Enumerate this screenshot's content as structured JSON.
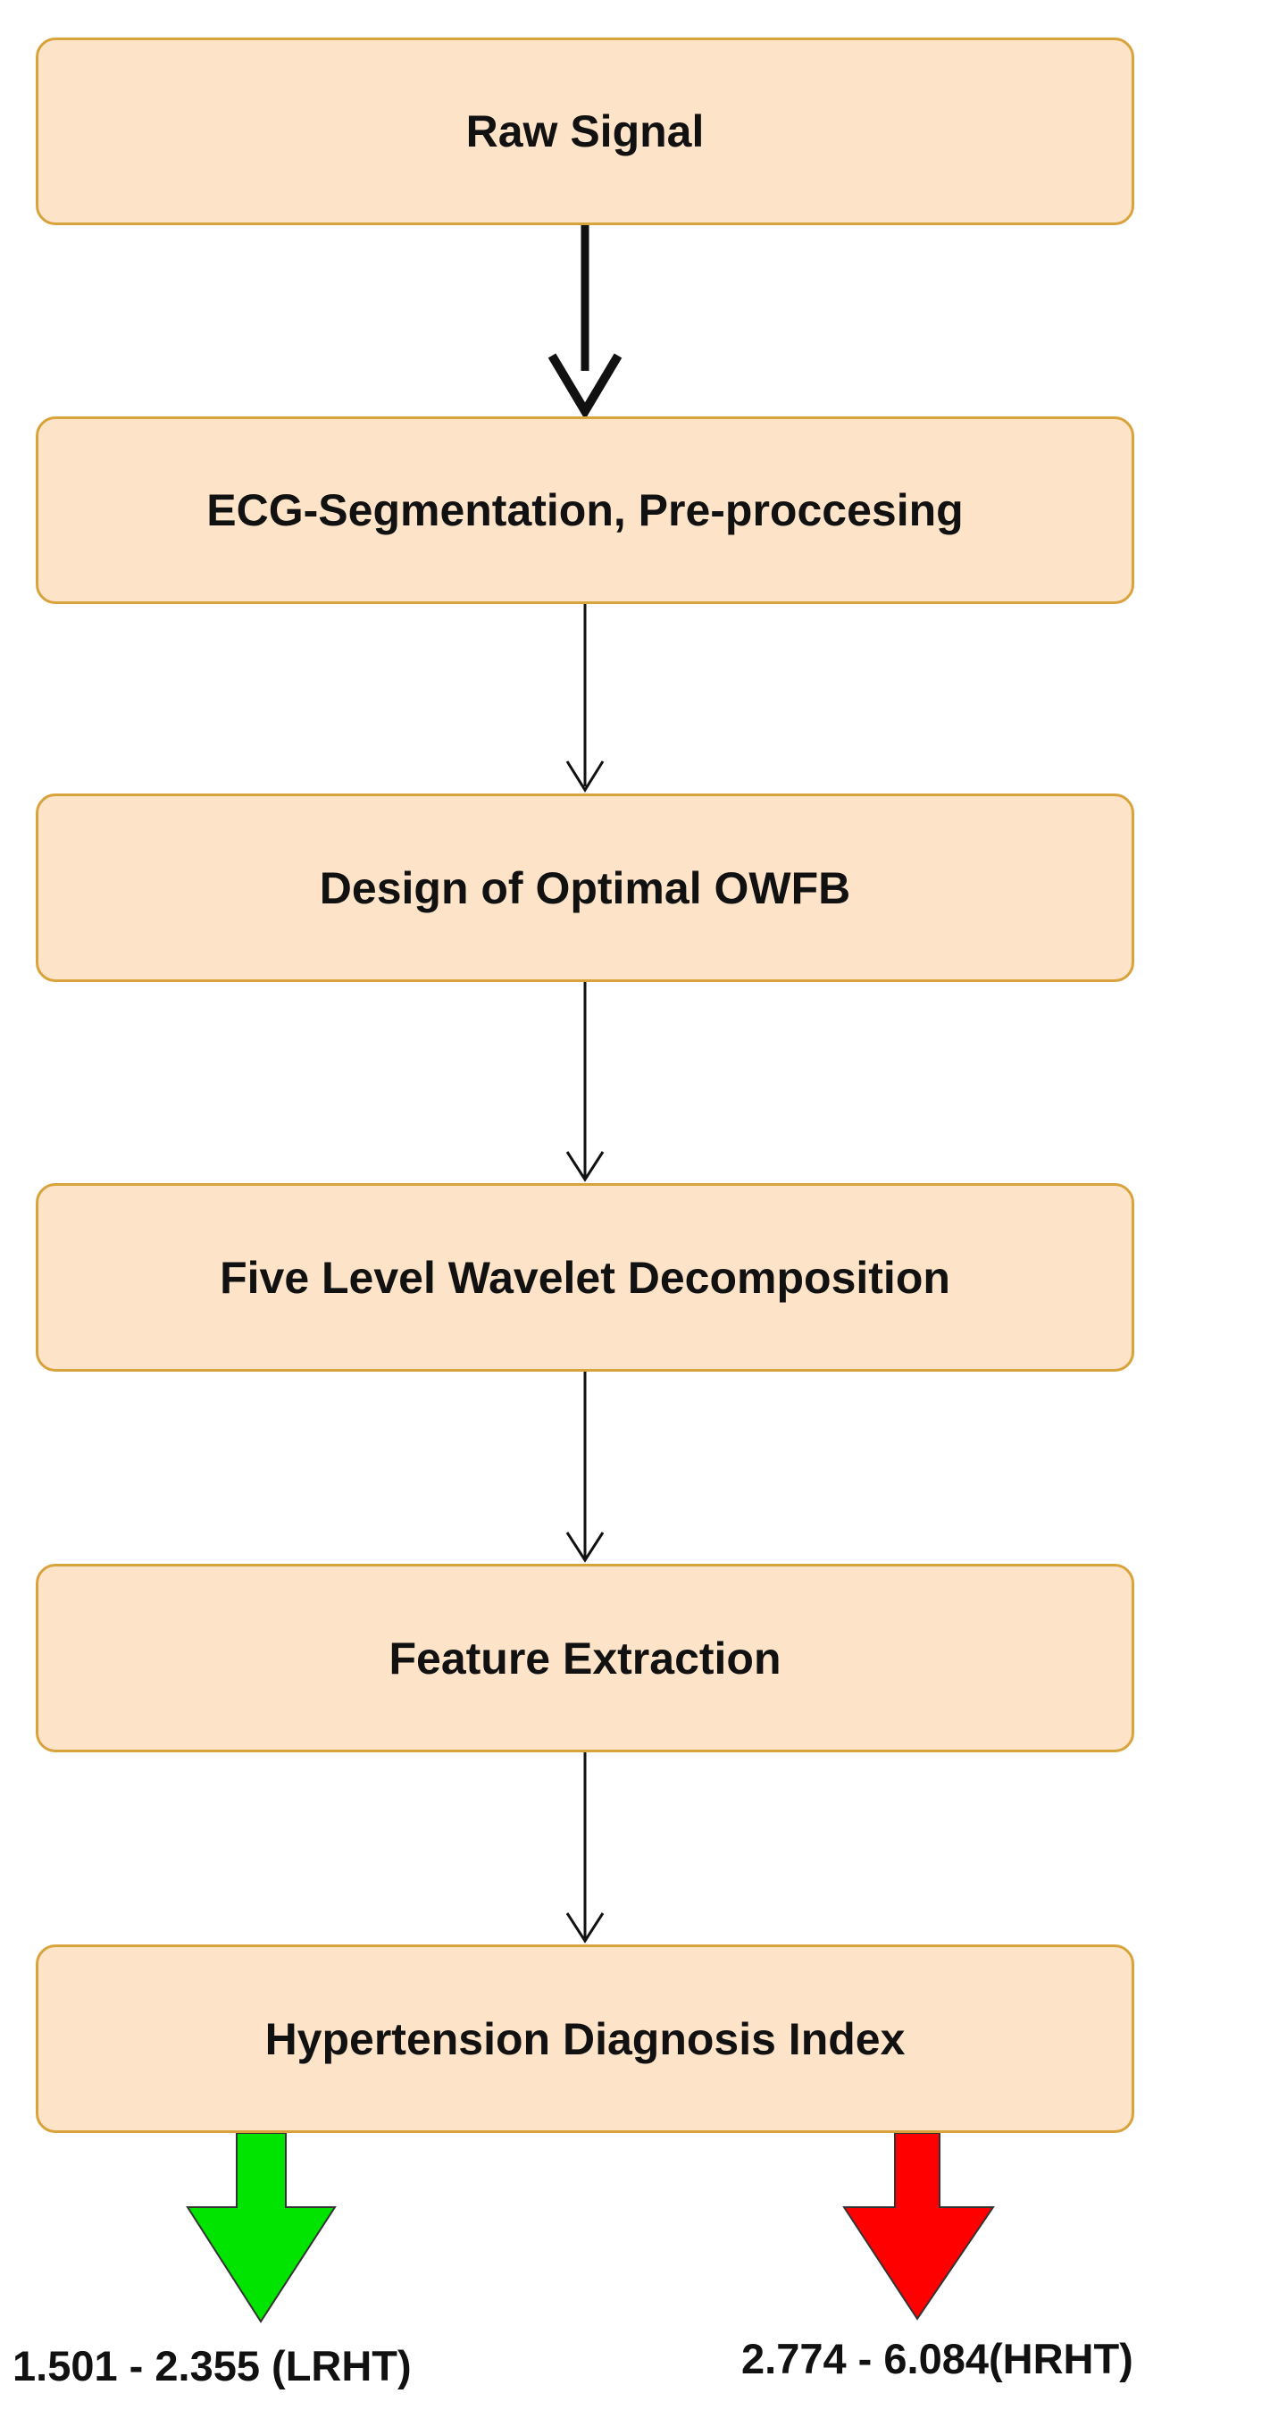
{
  "steps": [
    {
      "label": "Raw Signal"
    },
    {
      "label": "ECG-Segmentation, Pre-proccesing"
    },
    {
      "label": "Design of Optimal OWFB"
    },
    {
      "label": "Five Level Wavelet Decomposition"
    },
    {
      "label": "Feature Extraction"
    },
    {
      "label": "Hypertension Diagnosis Index"
    }
  ],
  "outcomes": {
    "low": {
      "label": "1.501 - 2.355 (LRHT)",
      "color": "#00e400"
    },
    "high": {
      "label": "2.774 - 6.084(HRHT)",
      "color": "#ff0000"
    }
  },
  "colors": {
    "box_fill": "#fde3c8",
    "box_border": "#d9a33c",
    "arrow": "#111111"
  }
}
